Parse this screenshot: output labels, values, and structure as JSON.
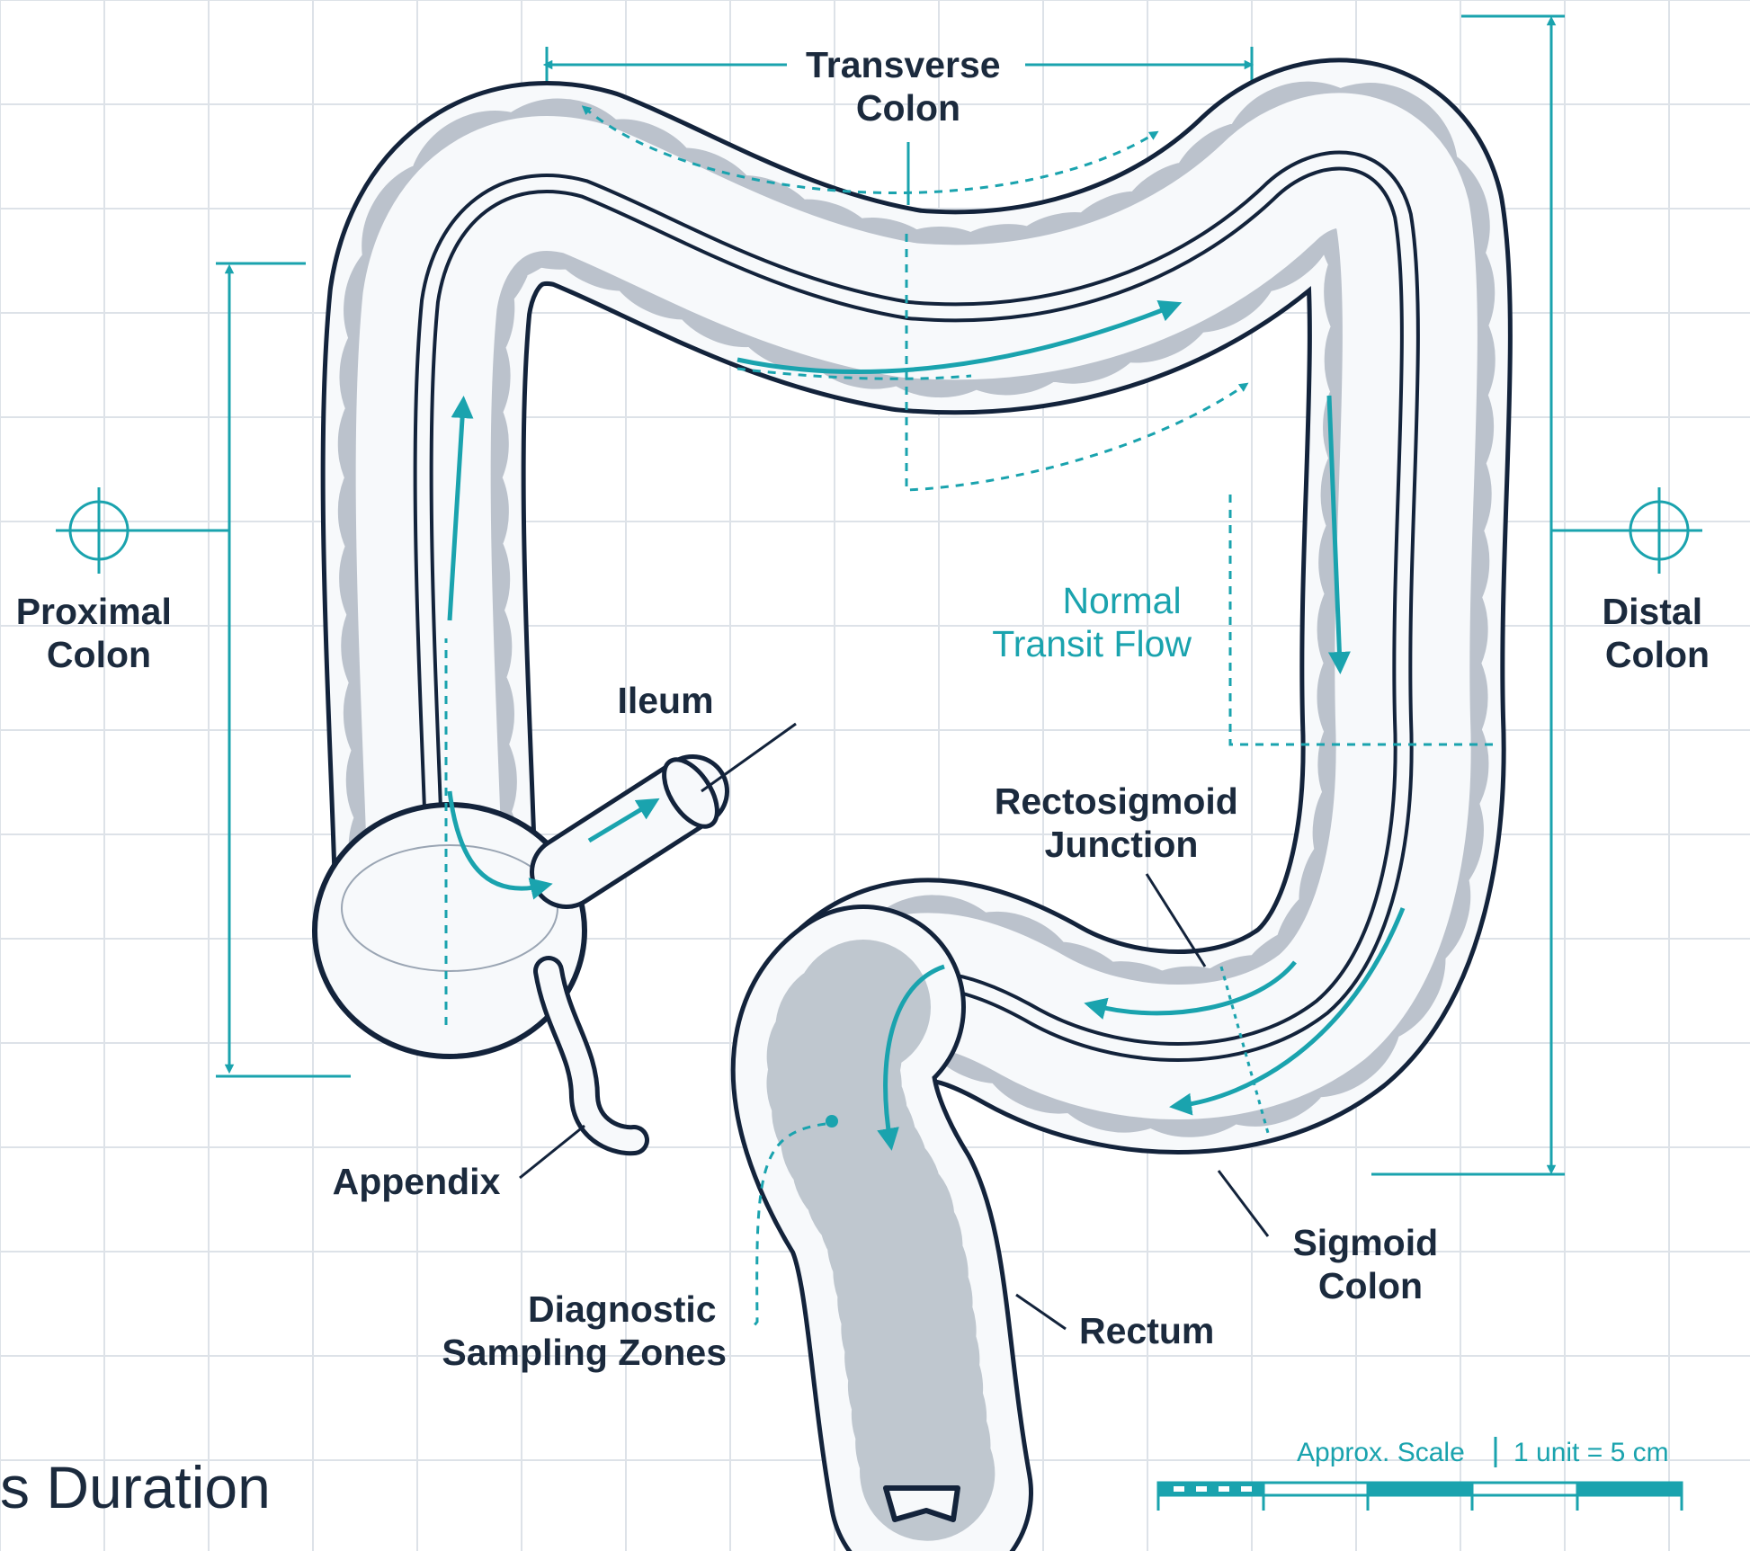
{
  "labels": {
    "transverse_colon": [
      "Transverse",
      "Colon"
    ],
    "proximal_colon": [
      "Proximal",
      "Colon"
    ],
    "distal_colon": [
      "Distal",
      "Colon"
    ],
    "normal_transit_flow": [
      "Normal",
      "Transit Flow"
    ],
    "ileum": "Ileum",
    "rectosigmoid_junction": [
      "Rectosigmoid",
      "Junction"
    ],
    "appendix": "Appendix",
    "diagnostic_sampling_zones": [
      "Diagnostic",
      "Sampling Zones"
    ],
    "sigmoid_colon": [
      "Sigmoid",
      "Colon"
    ],
    "rectum": "Rectum"
  },
  "scale_bar": {
    "label": "Approx. Scale",
    "unit_text": "1 unit = 5 cm"
  },
  "partial_title": "s Duration",
  "colors": {
    "outline": "#13233b",
    "teal": "#1aa3ae",
    "grid": "#d8dde4",
    "background": "#ffffff"
  }
}
